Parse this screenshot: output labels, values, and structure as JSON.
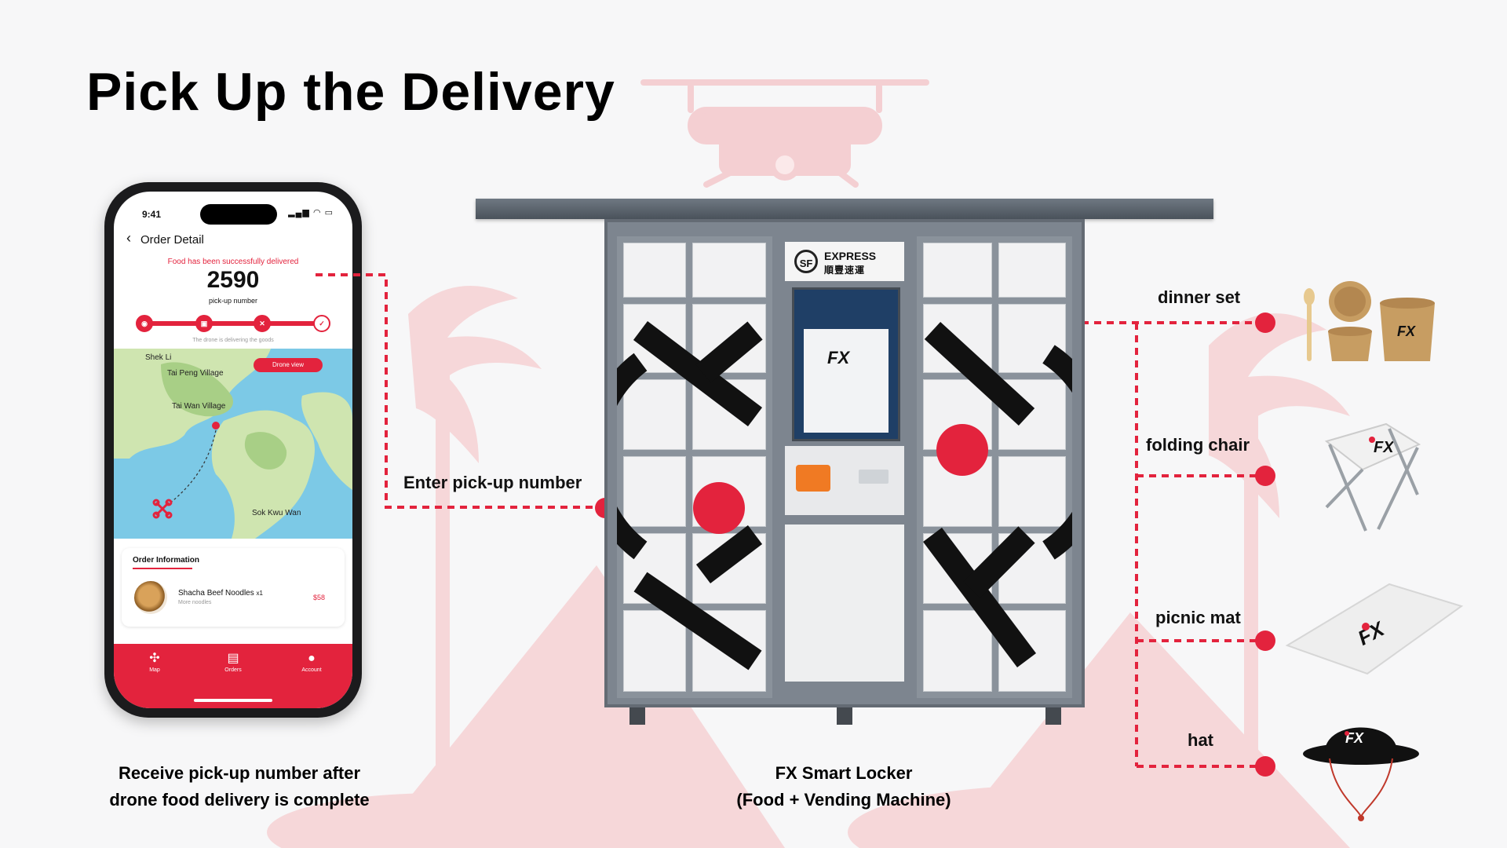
{
  "page_title": "Pick Up the Delivery",
  "colors": {
    "accent": "#e3233d",
    "background": "#f7f7f8"
  },
  "phone": {
    "status_time": "9:41",
    "header_title": "Order Detail",
    "delivered_message": "Food has been successfully delivered",
    "pickup_number": "2590",
    "pickup_label": "pick-up number",
    "progress_message": "The drone is delivering the goods",
    "map_labels": [
      "Shek Li",
      "Tai Peng Village",
      "Tai Wan Village",
      "Sok Kwu Wan"
    ],
    "drone_view_label": "Drone view",
    "order_info_title": "Order Information",
    "item": {
      "name": "Shacha Beef Noodles",
      "qty": "x1",
      "note": "More noodles",
      "price": "$58"
    },
    "tabs": [
      {
        "label": "Map",
        "icon": "drone-icon"
      },
      {
        "label": "Orders",
        "icon": "clipboard-icon"
      },
      {
        "label": "Account",
        "icon": "user-icon"
      }
    ]
  },
  "captions": {
    "phone_line1": "Receive pick-up number after",
    "phone_line2": "drone food delivery is complete",
    "locker_line1": "FX Smart Locker",
    "locker_line2": "(Food + Vending Machine)"
  },
  "enter_label": "Enter pick-up number",
  "locker": {
    "sf_badge": "SF",
    "sf_express": "EXPRESS",
    "sf_chinese": "順豐速運",
    "brand_logo": "FX"
  },
  "products": [
    {
      "label": "dinner set"
    },
    {
      "label": "folding chair"
    },
    {
      "label": "picnic mat"
    },
    {
      "label": "hat"
    }
  ]
}
